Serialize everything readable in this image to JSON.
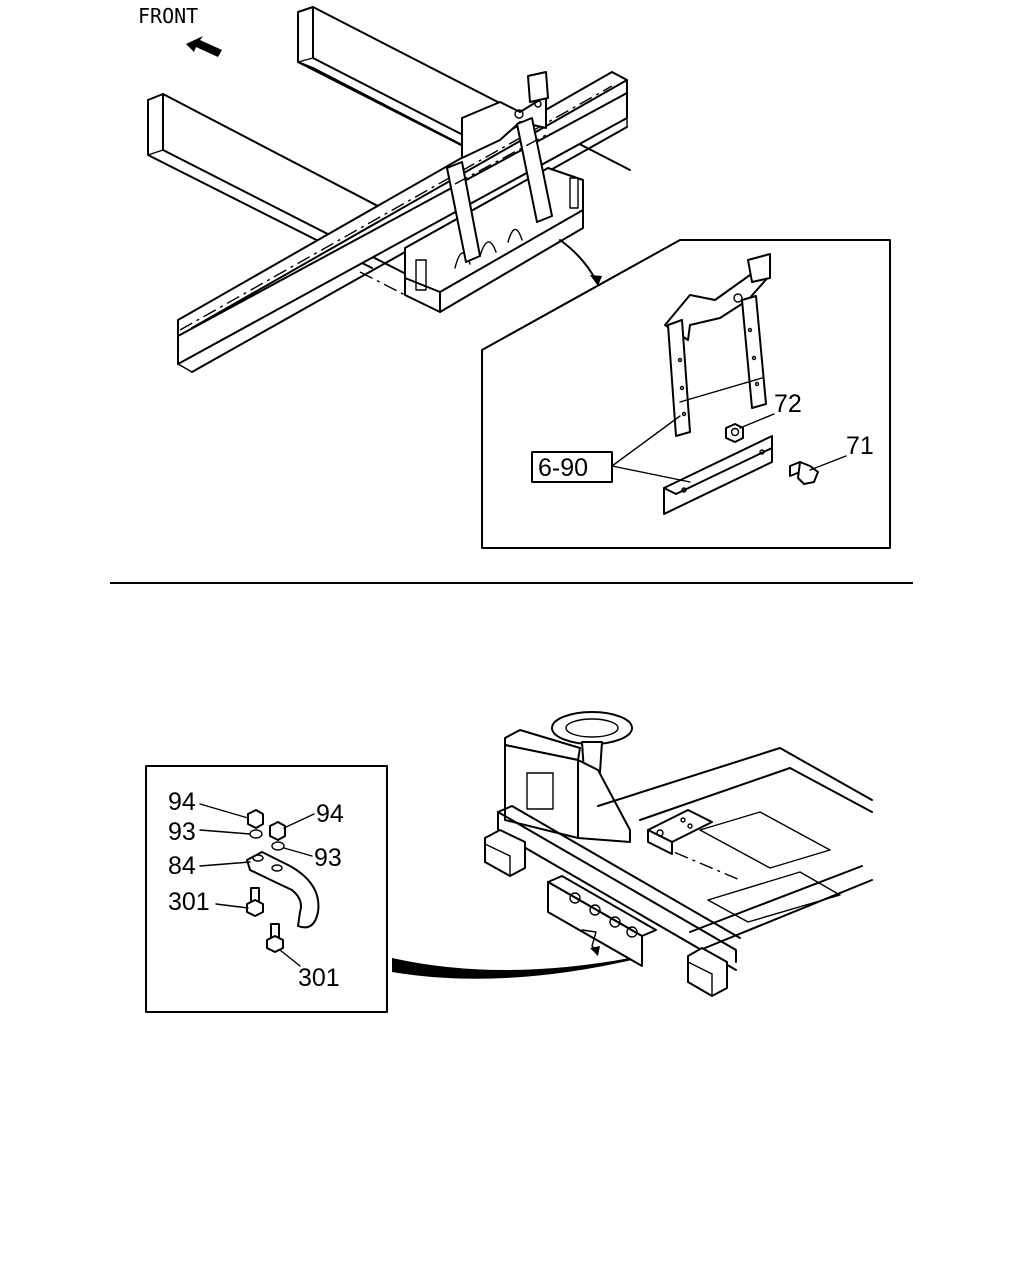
{
  "upper_view": {
    "direction_label": "FRONT",
    "callouts": {
      "ref": "6-90",
      "nut": "72",
      "bolt": "71"
    }
  },
  "lower_view": {
    "callouts": {
      "nut_left": "94",
      "nut_right": "94",
      "washer_left": "93",
      "washer_right": "93",
      "hook": "84",
      "bolt_upper": "301",
      "bolt_lower": "301"
    }
  }
}
